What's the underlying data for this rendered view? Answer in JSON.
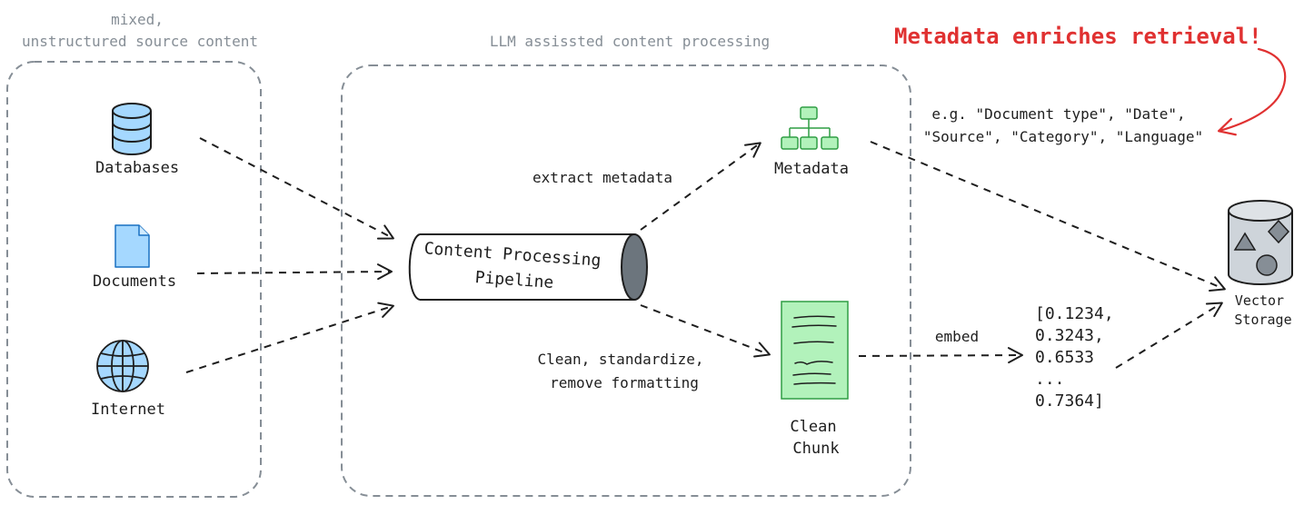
{
  "groups": {
    "source_title_line1": "mixed,",
    "source_title_line2": "unstructured source content",
    "processing_title": "LLM assissted content processing"
  },
  "sources": {
    "databases": "Databases",
    "documents": "Documents",
    "internet": "Internet"
  },
  "pipeline": {
    "line1": "Content Processing",
    "line2": "Pipeline"
  },
  "edges": {
    "extract": "extract metadata",
    "clean_line1": "Clean, standardize,",
    "clean_line2": "remove formatting",
    "embed": "embed"
  },
  "nodes": {
    "metadata": "Metadata",
    "clean_chunk_line1": "Clean",
    "clean_chunk_line2": "Chunk",
    "vector_line1": "Vector",
    "vector_line2": "Storage"
  },
  "vector_values": [
    "[0.1234,",
    "0.3243,",
    "0.6533",
    "...",
    "0.7364]"
  ],
  "annotation": {
    "headline": "Metadata enriches retrieval!",
    "example_line1": "e.g. \"Document type\", \"Date\",",
    "example_line2": "\"Source\", \"Category\", \"Language\""
  },
  "colors": {
    "accent_red": "#e03131",
    "blue_fill": "#a5d8ff",
    "green_fill": "#b2f2bb",
    "green_stroke": "#2f9e44",
    "gray_fill": "#ced4da",
    "group_border": "#868e96"
  },
  "icons": [
    "database-icon",
    "document-icon",
    "globe-icon",
    "hierarchy-icon",
    "clean-chunk-icon",
    "vector-storage-icon",
    "pipeline-cylinder-icon"
  ]
}
